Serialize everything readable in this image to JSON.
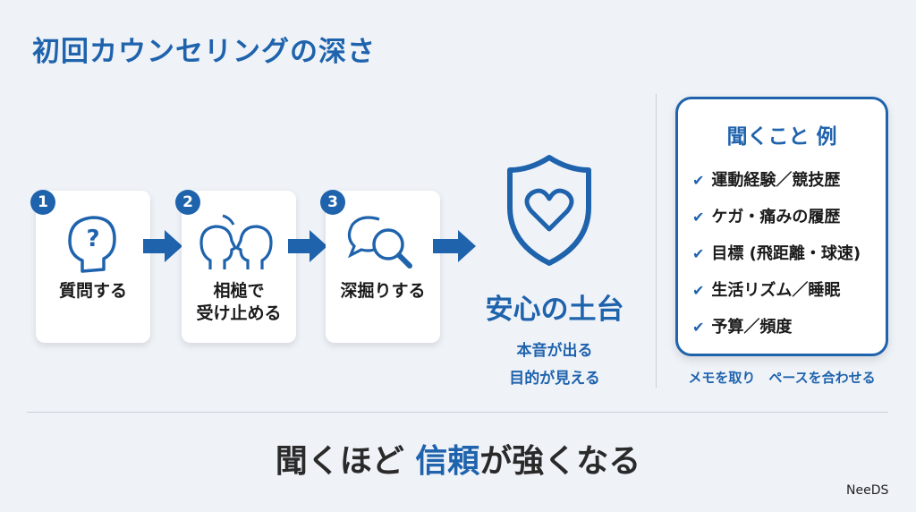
{
  "title": "初回カウンセリングの深さ",
  "steps": [
    {
      "number": "1",
      "label": "質問する",
      "icon": "head-question-icon"
    },
    {
      "number": "2",
      "label_line1": "相槌で",
      "label_line2": "受け止める",
      "icon": "two-heads-icon"
    },
    {
      "number": "3",
      "label": "深掘りする",
      "icon": "speech-magnifier-icon"
    }
  ],
  "result": {
    "title": "安心の土台",
    "line1": "本音が出る",
    "line2": "目的が見える",
    "icon": "shield-heart-icon"
  },
  "examples": {
    "title": "聞くこと 例",
    "items": [
      "運動経験／競技歴",
      "ケガ・痛みの履歴",
      "目標 (飛距離・球速)",
      "生活リズム／睡眠",
      "予算／頻度"
    ],
    "caption": "メモを取り　ペースを合わせる"
  },
  "tagline": {
    "part1": "聞くほど ",
    "highlight": "信頼",
    "part2": "が強くなる"
  },
  "brand": "NeeDS",
  "colors": {
    "accent": "#1f63ad",
    "background": "#eff3f8"
  }
}
